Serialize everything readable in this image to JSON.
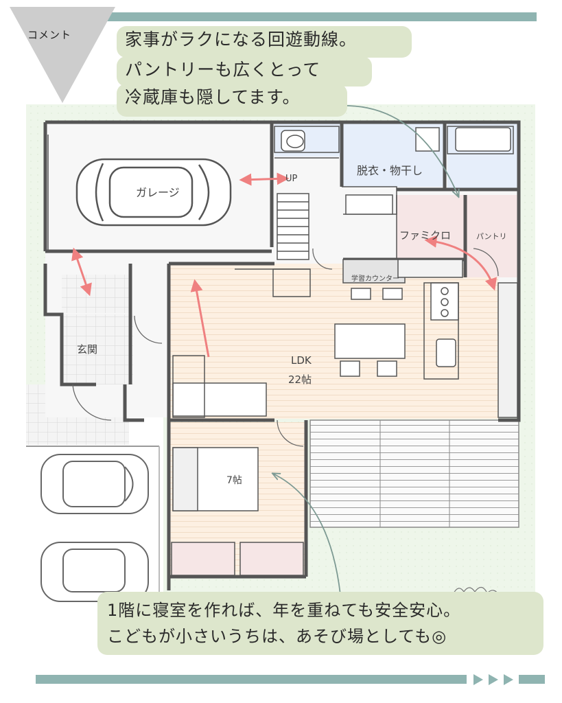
{
  "header": {
    "comment_tag": "コメント"
  },
  "callout_top": {
    "lines": [
      "家事がラクになる回遊動線。",
      "パントリーも広くとって",
      "冷蔵庫も隠してます。"
    ]
  },
  "callout_bottom": {
    "lines": [
      "1階に寝室を作れば、年を重ねても安全安心。",
      "こどもが小さいうちは、あそび場としても◎"
    ]
  },
  "rooms": {
    "garage": "ガレージ",
    "up": "UP",
    "laundry": "脱衣・物干し",
    "family_closet": "ファミクロ",
    "pantry": "パントリ",
    "study_counter": "学習カウンター",
    "entrance": "玄関",
    "ldk": "LDK",
    "ldk_size": "22帖",
    "bedroom_size": "7帖"
  },
  "colors": {
    "accent_bar": "#8fb4b1",
    "callout_bg": "#dde6cc",
    "arrow": "#ef8080",
    "wall": "#555555",
    "floor_wood": "#fdf0e2",
    "site_green": "#eef6ea",
    "wet_area": "#e6eefa",
    "closet_pink": "#f6e6e6"
  }
}
